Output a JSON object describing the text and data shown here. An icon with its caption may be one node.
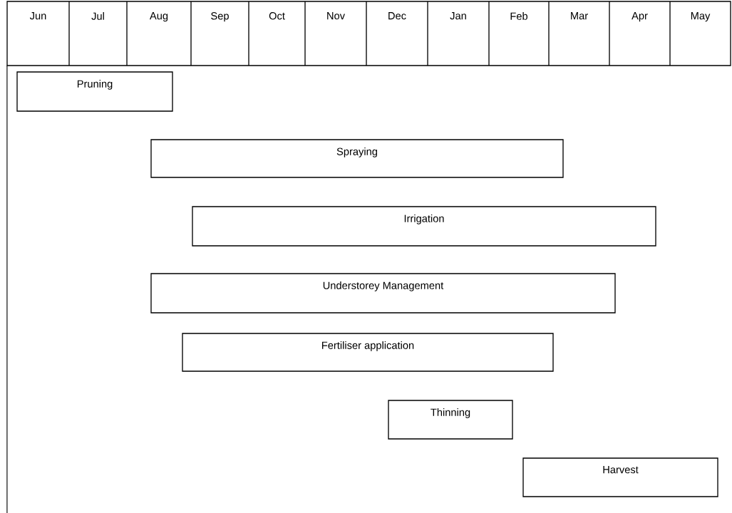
{
  "diagram": {
    "nodes": [
      {
        "text": [
          "Pruning"
        ]
      },
      {
        "text": [
          "Spraying"
        ]
      },
      {
        "text": [
          "Irrigation"
        ]
      },
      {
        "text": [
          "Understorey Management"
        ]
      },
      {
        "text": [
          "Fertiliser application"
        ]
      },
      {
        "text": [
          "Thinning"
        ]
      },
      {
        "text": [
          "Harvest"
        ]
      }
    ],
    "labels": [
      "Jun",
      "Jul",
      "Aug",
      "Sep",
      "Oct",
      "Nov",
      "Dec",
      "Jan",
      "Feb",
      "Mar",
      "Apr",
      "May"
    ]
  }
}
